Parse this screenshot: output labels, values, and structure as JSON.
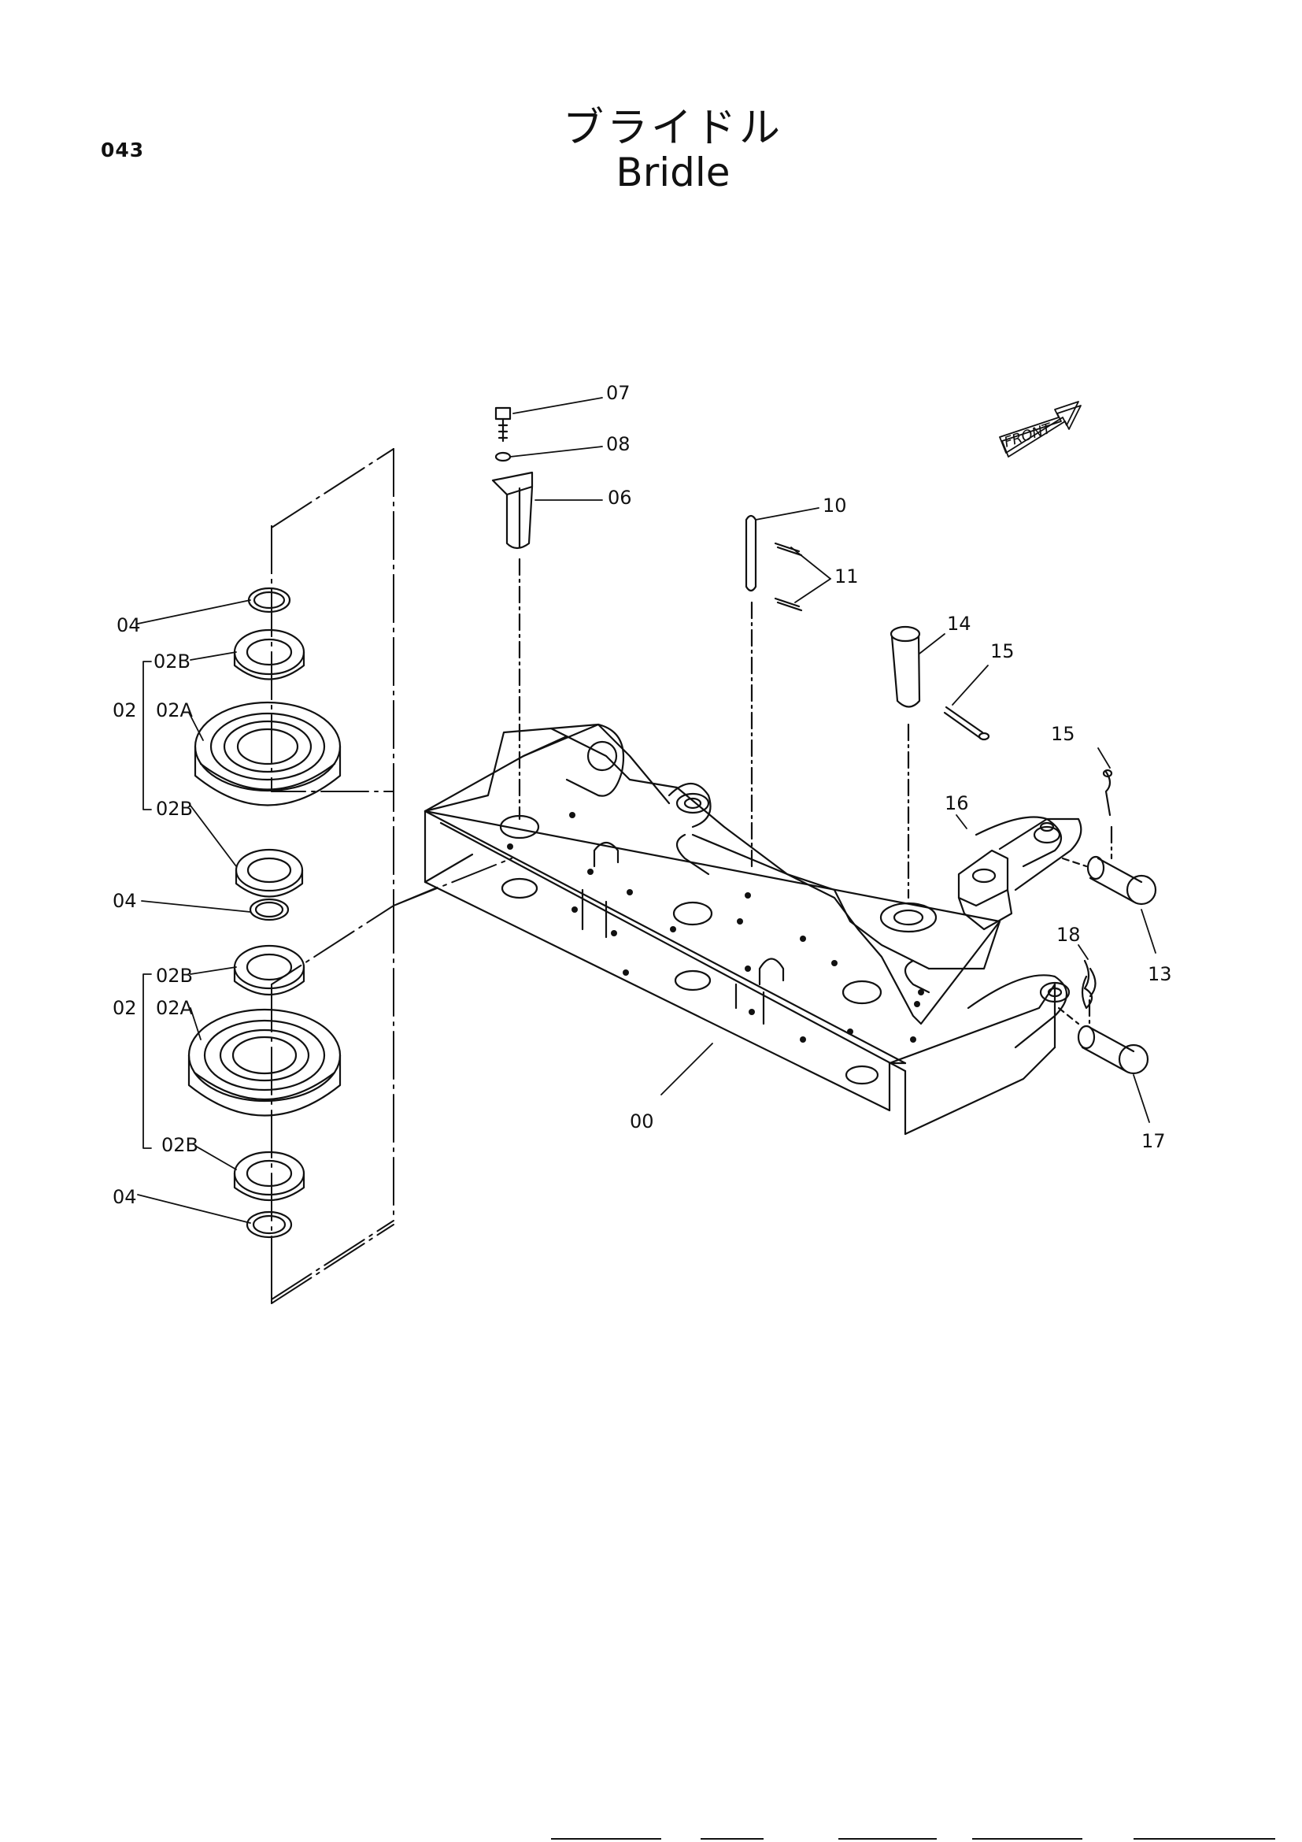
{
  "page": {
    "number": "043",
    "title_ja": "ブライドル",
    "title_en": "Bridle"
  },
  "front_label": "FRONT",
  "callouts": {
    "c00": "00",
    "c02a": "02",
    "c02A_a": "02A",
    "c02B_a1": "02B",
    "c02B_a2": "02B",
    "c02b": "02",
    "c02A_b": "02A",
    "c02B_b1": "02B",
    "c02B_b2": "02B",
    "c04_a": "04",
    "c04_b": "04",
    "c04_c": "04",
    "c06": "06",
    "c07": "07",
    "c08": "08",
    "c10": "10",
    "c11": "11",
    "c13": "13",
    "c14": "14",
    "c15_a": "15",
    "c15_b": "15",
    "c16": "16",
    "c17": "17",
    "c18": "18"
  }
}
